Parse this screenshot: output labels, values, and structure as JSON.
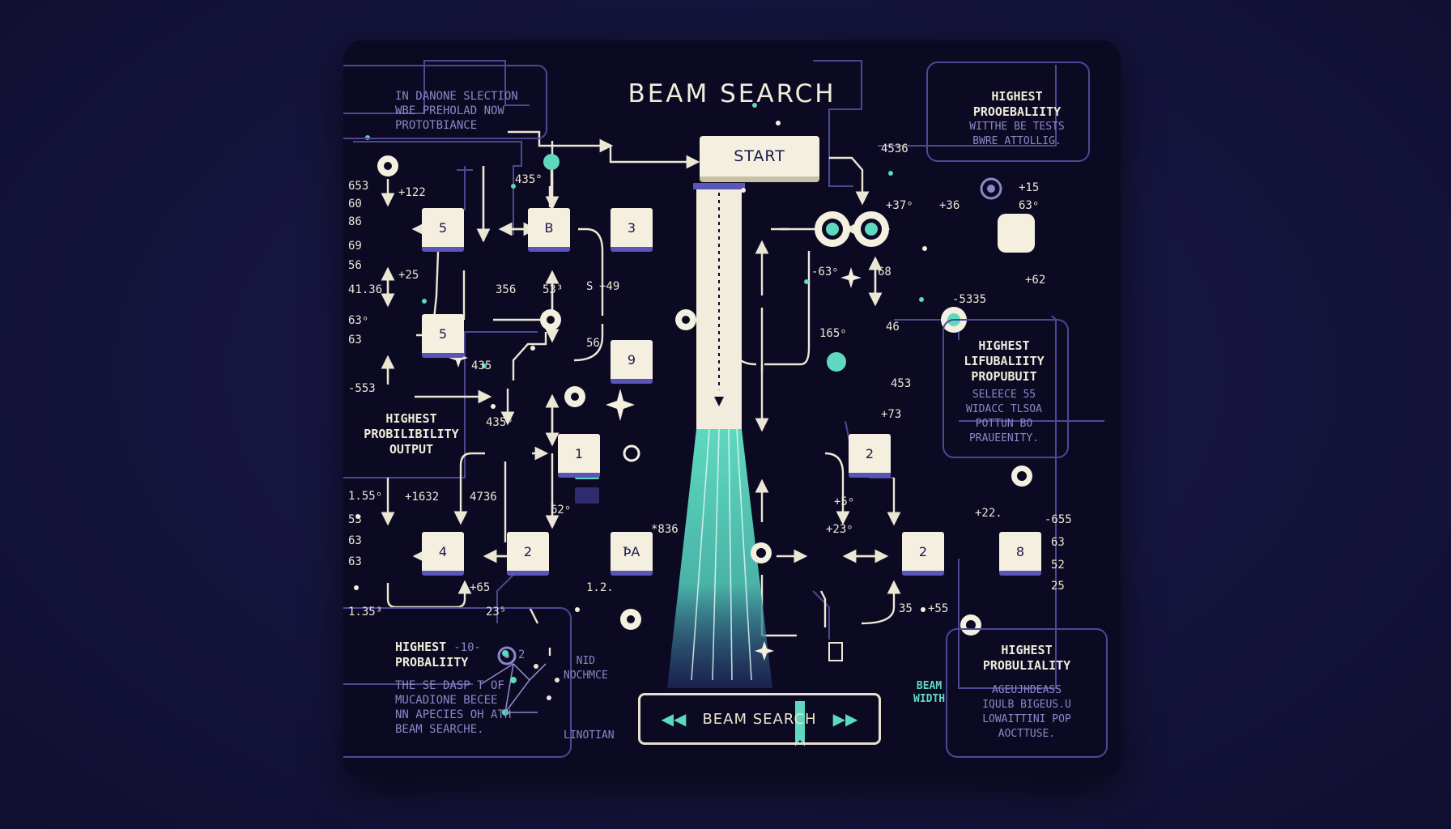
{
  "title": "BEAM SEARCH",
  "start_label": "START",
  "beam_button": {
    "label": "BEAM SEARCH",
    "left_arrow": "◀◀",
    "right_arrow": "▶▶"
  },
  "beam_width_label": [
    "BEAM",
    "WIDTH"
  ],
  "side_label": "LINOTIAN",
  "colors": {
    "teal": "#5fd8c0",
    "cream": "#f4efdf",
    "purple": "#5a55b8",
    "panel": "#0b0a22"
  },
  "top_left_note": [
    "IN  DANONE SLECTION",
    "WBE PREHOLAD NOW",
    "PROTOTBIANCE"
  ],
  "top_right_note": {
    "head": [
      "HIGHEST",
      "PROOEBALIITY"
    ],
    "body": [
      "WITTHE BE TESTS",
      "BWRE ATTOLLIG."
    ]
  },
  "mid_left_label": [
    "HIGHEST",
    "PROBILIBILITY",
    "OUTPUT"
  ],
  "mid_right_note": {
    "head": [
      "HIGHEST",
      "LIFUBALIITY",
      "PROPUBUIT"
    ],
    "body": [
      "SELEECE 55",
      "WIDACC TLSOA",
      "POTTUN BO",
      "PRAUEENITY."
    ]
  },
  "bottom_left_note": {
    "head": [
      "HIGHEST",
      "PROBALIITY"
    ],
    "head_suffix": "-10-",
    "suffix2": "2",
    "body": [
      "THE SE DASP T OF",
      "MUCADIONE BECEE",
      "NN APECIES OH ATH",
      "BEAM SEARCHE."
    ]
  },
  "bottom_right_note": {
    "head": [
      "HIGHEST",
      "PROBULIALITY"
    ],
    "body": [
      "AGEUJHDEASS",
      "IQULB BIGEUS.U",
      "LOWAITTINI POP",
      "AOCTTUSE."
    ]
  },
  "nid_label": [
    "NID",
    "NOCHMCE"
  ],
  "nodes": {
    "n1": "5",
    "n2": "B",
    "n3": "3",
    "n4": "5",
    "n5": "9",
    "n6": "1",
    "n7": "4",
    "n8": "2",
    "n9": "ꝤA",
    "n10": "2",
    "n11": "2",
    "n12": "8"
  },
  "numbers": {
    "a1": "653",
    "a2": "60",
    "a3": "86",
    "a4": "69",
    "a5": "56",
    "a6": "41.36",
    "a7": "63ᵒ",
    "a8": "63",
    "a9": "-553",
    "b1": "+122",
    "b2": "+25",
    "b3": "435",
    "b4": "435°",
    "b5": "356",
    "b6": "53³",
    "b7": "S",
    "b8": "+49",
    "b9": "56",
    "c1": "1.55ᵒ",
    "c2": "53",
    "c3": "63",
    "c4": "63",
    "c5": "1.35³",
    "c6": "+1632",
    "c7": "4736",
    "c8": "+65",
    "c9": "23⁵",
    "c10": "62ᵒ",
    "c11": "1.2.",
    "c12": "*836",
    "c13": "435ᵒ",
    "d1": "4536",
    "d2": "+37ᵒ",
    "d3": "+36",
    "d4": "+15",
    "d5": "63ᵒ",
    "d6": "-63ᵒ",
    "d7": "68",
    "d8": "+62",
    "d9": "-5335",
    "d10": "165ᵒ",
    "d11": "46",
    "d12": "453",
    "d13": "+73",
    "e1": "+5ᵒ",
    "e2": "+23ᵒ",
    "e3": "+22.",
    "e4": "-655",
    "e5": "63",
    "e6": "52",
    "e7": "25",
    "e8": "35",
    "e9": "+55"
  }
}
